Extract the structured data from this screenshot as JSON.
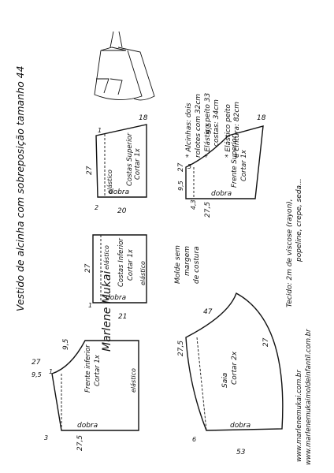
{
  "title": "Vestido de alcinha com sobreposição tamanho 44",
  "notes": {
    "alcas": "* Alcinhas: dois",
    "alcas2": "rolotes com 32cm",
    "elastico_peito": "* Elástico peito 33",
    "elastico_costas": "costas: 34cm",
    "elastico_cintura": "* Elástico peito",
    "elastico_cintura2": "e cintura: 82cm"
  },
  "fabric": {
    "line1": "Tecido: 2m de viscose (rayon),",
    "line2": "popeline, crepe, seda..."
  },
  "molde_note": {
    "line1": "Molde sem",
    "line2": "margem",
    "line3": "de costura"
  },
  "signature": "Marlene Mukai",
  "websites": {
    "line1": "www.marlenemukai.com.br",
    "line2": "www.marlenemukaimoldeinfantil.com.br"
  },
  "pieces": {
    "costas_superior": {
      "name": "Costas Superior",
      "cut": "Cortar 1x",
      "elastic": "elástico",
      "fold": "dobra",
      "dims": {
        "d18": "18",
        "d27": "27",
        "d20": "20",
        "d1": "1",
        "d2": "2"
      }
    },
    "frente_superior": {
      "name": "Frente Superior",
      "cut": "Cortar 1x",
      "fold": "dobra",
      "dims": {
        "d18": "18",
        "d95": "9,5",
        "d27": "27",
        "d275": "27,5",
        "d43": "4,3",
        "d5": "5",
        "d95b": "9,5"
      }
    },
    "costas_inferior": {
      "name": "Costas Inferior",
      "cut": "Cortar 1x",
      "elastic": "elástico",
      "elastic2": "elástico",
      "fold": "dobra",
      "dims": {
        "d27": "27",
        "d21": "21",
        "d1": "1"
      }
    },
    "frente_inferior": {
      "name": "Frente inferior",
      "cut": "Cortar 1x",
      "elastic": "elástico",
      "fold": "dobra",
      "dims": {
        "d27": "27",
        "d95": "9,5",
        "d95b": "9,5",
        "d1": "1",
        "d3": "3",
        "d275": "27,5"
      }
    },
    "saia": {
      "name": "Saia",
      "cut": "Cortar 2x",
      "fold": "dobra",
      "dims": {
        "d47": "47",
        "d27": "27",
        "d275": "27,5",
        "d6": "6",
        "d53": "53"
      }
    }
  }
}
